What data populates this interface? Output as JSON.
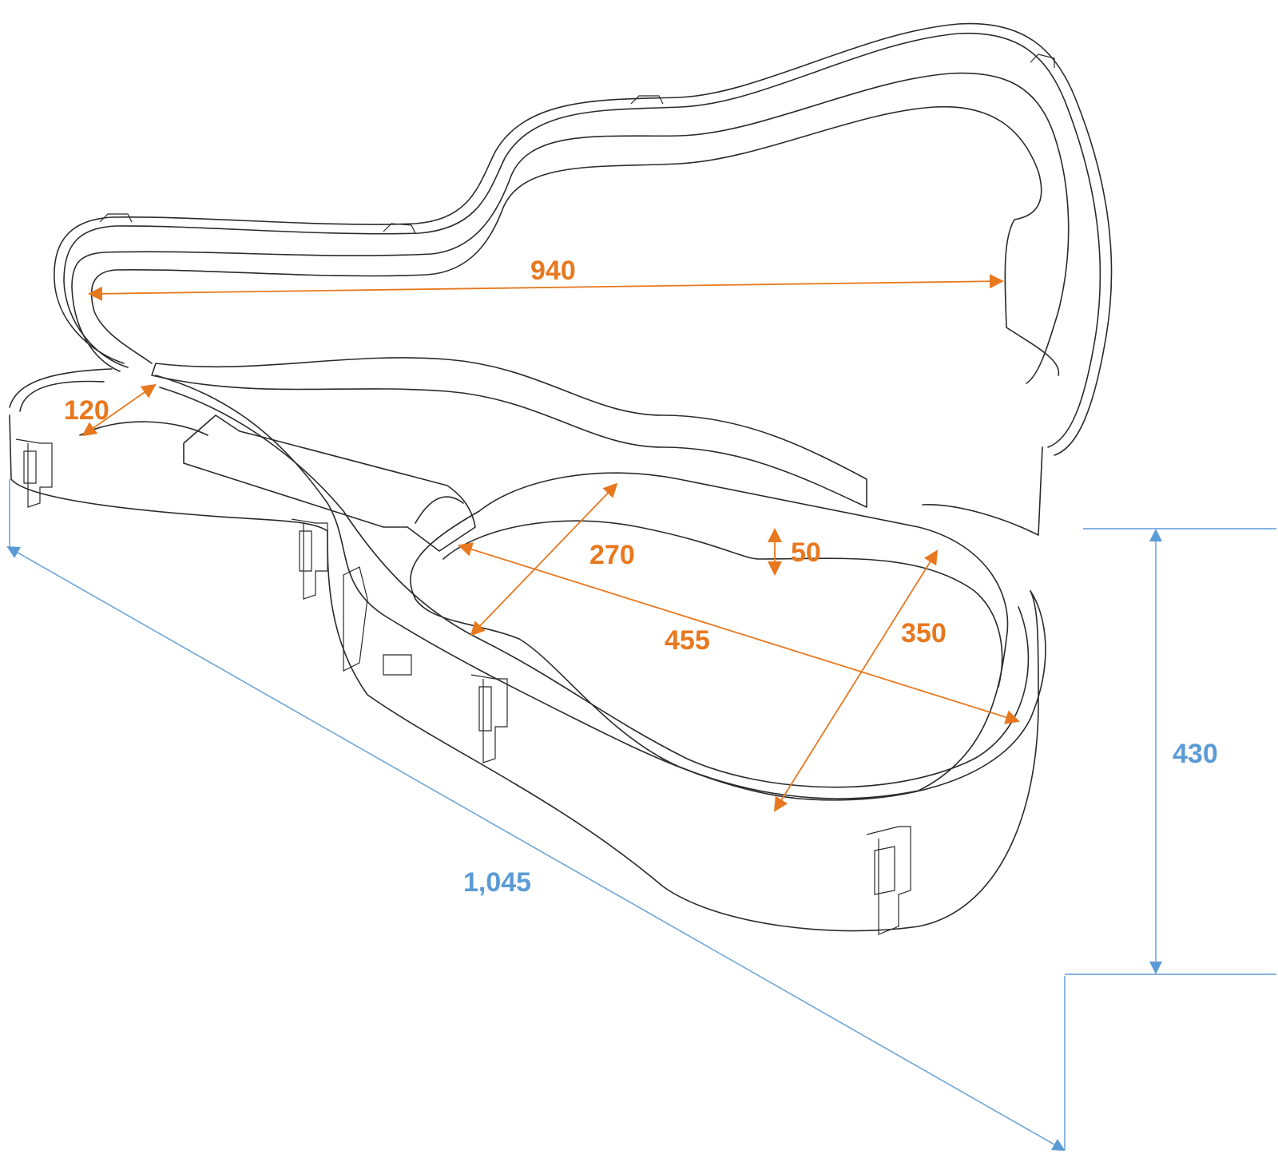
{
  "diagram": {
    "subject": "guitar-case",
    "colors": {
      "inner_dimension": "#e8781e",
      "outer_dimension": "#5b9bd5",
      "outline": "#2b2b2b"
    },
    "units": "mm",
    "inner_dimensions": [
      {
        "id": "lid-length",
        "value": "940"
      },
      {
        "id": "neck-depth",
        "value": "120"
      },
      {
        "id": "upper-bout-width",
        "value": "270"
      },
      {
        "id": "waist-depth",
        "value": "50"
      },
      {
        "id": "body-length",
        "value": "455"
      },
      {
        "id": "lower-bout-width",
        "value": "350"
      }
    ],
    "outer_dimensions": [
      {
        "id": "overall-length",
        "value": "1,045"
      },
      {
        "id": "overall-width",
        "value": "430"
      }
    ]
  }
}
